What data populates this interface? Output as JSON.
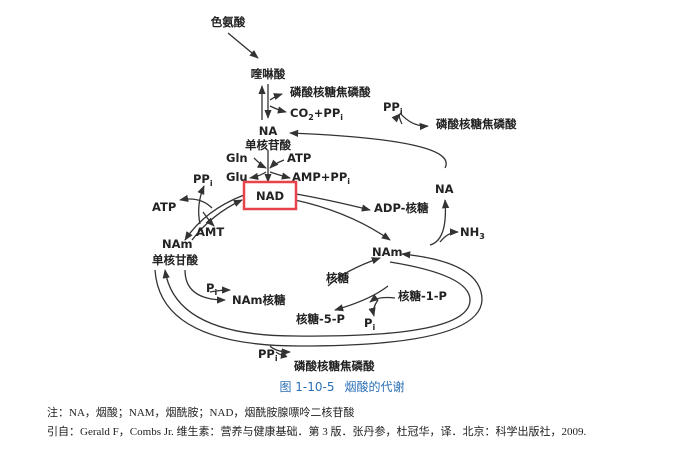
{
  "diagram": {
    "nodes": {
      "tryptophan": "色氨酸",
      "quinolinic_acid": "喹啉酸",
      "prpp_in": "磷酸核糖焦磷酸",
      "co2": "CO",
      "co2_sub": "2",
      "co2_pp": "+PP",
      "co2_pp_sub": "i",
      "na_top": "NA",
      "na_mononucleotide": "单核苷酸",
      "gln": "Gln",
      "glu": "Glu",
      "atp_mid": "ATP",
      "amp": "AMP+PP",
      "amp_sub": "i",
      "nad": "NAD",
      "pp_left": "PP",
      "pp_left_sub": "i",
      "atp_left": "ATP",
      "amt": "AMT",
      "adp_ribose": "ADP-核糖",
      "nam_left": "NAm",
      "nam_mononucleotide": "单核甘酸",
      "pp_right": "PP",
      "pp_right_sub": "i",
      "prpp_right": "磷酸核糖焦磷酸",
      "na_right": "NA",
      "nh3": "NH",
      "nh3_sub": "3",
      "nam_right": "NAm",
      "ribose": "核糖",
      "p_left": "P",
      "p_left_sub": "i",
      "nam_riboside": "NAm核糖",
      "ribose_1p": "核糖-1-P",
      "ribose_5p": "核糖-5-P",
      "p_right": "P",
      "p_right_sub": "i",
      "pp_bottom": "PP",
      "pp_bottom_sub": "i",
      "prpp_bottom": "磷酸核糖焦磷酸"
    },
    "highlight_color": "#e8424a"
  },
  "caption": {
    "figure_number": "图 1-10-5",
    "figure_title": "烟酸的代谢"
  },
  "notes": {
    "abbreviations": "注：NA，烟酸；NAM，烟酰胺；NAD，烟酰胺腺嘌呤二核苷酸",
    "source": "引自：Gerald F，Combs Jr. 维生素：营养与健康基础．第 3 版．张丹参，杜冠华，译．北京：科学出版社，2009."
  }
}
